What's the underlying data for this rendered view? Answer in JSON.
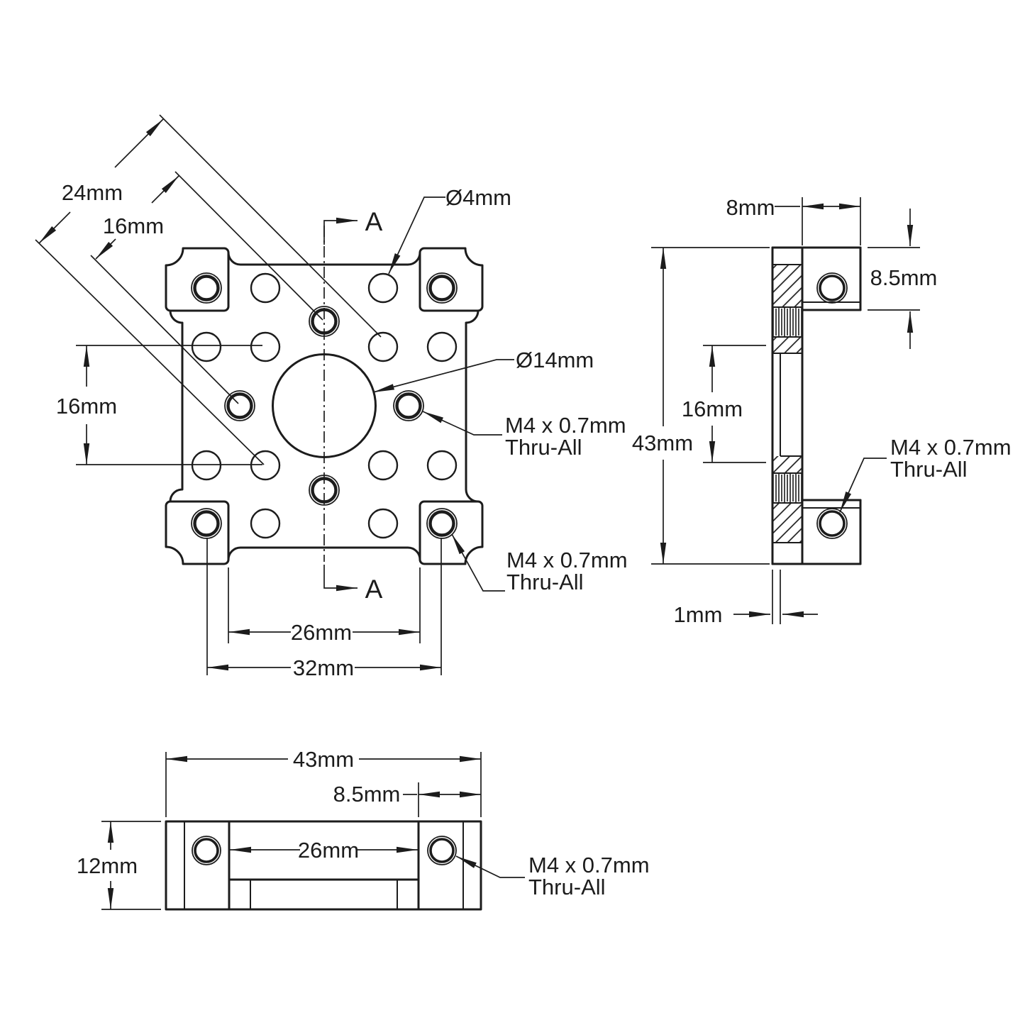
{
  "drawing": {
    "type": "engineering-drawing",
    "views": [
      "front",
      "side-section",
      "bottom"
    ]
  },
  "front_view": {
    "dim_diagonal_outer": "24mm",
    "dim_diagonal_inner": "16mm",
    "dim_vertical_left": "16mm",
    "dim_bottom_inner": "26mm",
    "dim_bottom_outer": "32mm",
    "section_marker": "A",
    "callout_small_hole": "Ø4mm",
    "callout_center_hole": "Ø14mm",
    "callout_thread_side": {
      "line1": "M4 x 0.7mm",
      "line2": "Thru-All"
    },
    "callout_thread_corner": {
      "line1": "M4 x 0.7mm",
      "line2": "Thru-All"
    }
  },
  "side_view": {
    "dim_block_depth": "8mm",
    "dim_block_height": "8.5mm",
    "dim_overall": "43mm",
    "dim_center_span": "16mm",
    "dim_plate_thickness": "1mm",
    "callout_thread": {
      "line1": "M4 x 0.7mm",
      "line2": "Thru-All"
    }
  },
  "bottom_view": {
    "dim_overall": "43mm",
    "dim_block_width": "8.5mm",
    "dim_inner_span": "26mm",
    "dim_height": "12mm",
    "callout_thread": {
      "line1": "M4 x 0.7mm",
      "line2": "Thru-All"
    }
  },
  "colors": {
    "line": "#1c1c1c",
    "background": "#ffffff"
  }
}
